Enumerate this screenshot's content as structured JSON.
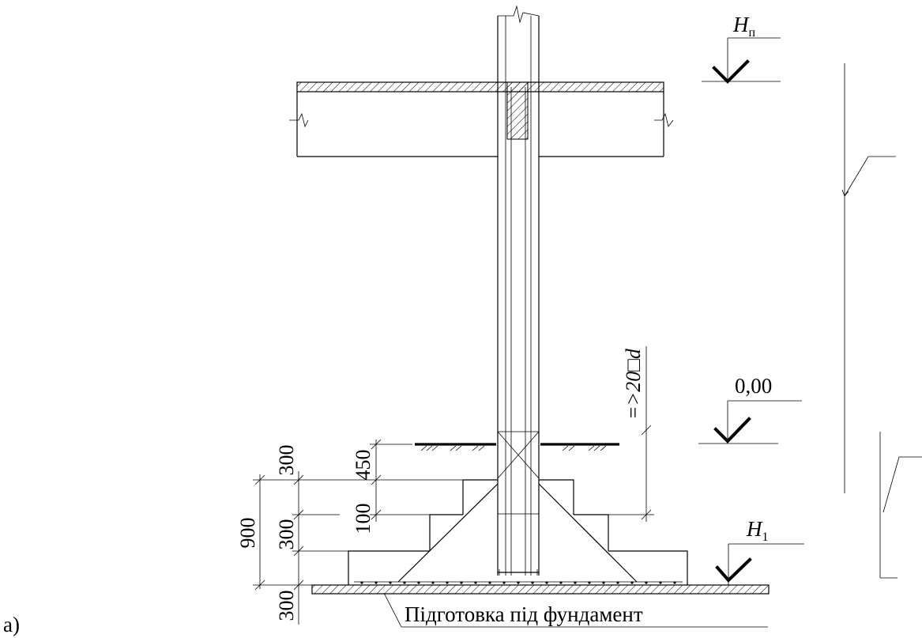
{
  "figure_label": "а)",
  "elevations": {
    "top": {
      "symbol": "H",
      "subscript": "п"
    },
    "ground": {
      "value": "0,00"
    },
    "bottom": {
      "symbol": "H",
      "subscript": "1"
    }
  },
  "dimensions": {
    "left_outer": {
      "total": "900",
      "step_top": "300",
      "step_mid": "300",
      "pad": "300"
    },
    "inner": {
      "upper": "450",
      "lower": "100"
    },
    "anchorage": "=>20□d"
  },
  "callouts": {
    "preparation": "Підготовка під фундамент"
  }
}
